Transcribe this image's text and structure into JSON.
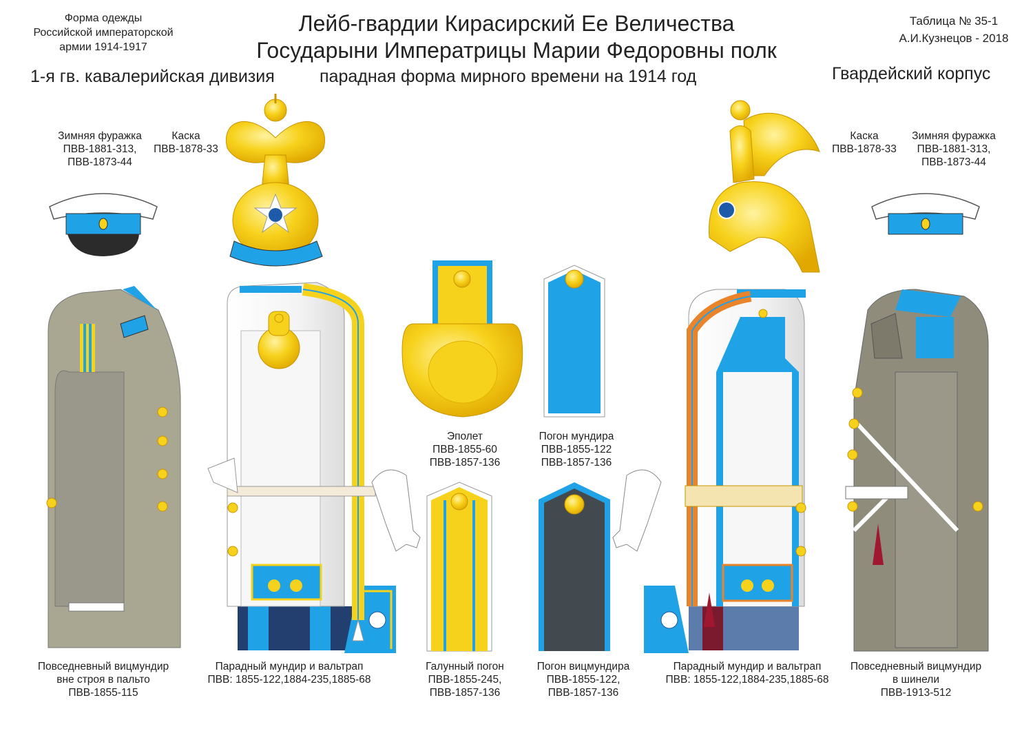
{
  "header": {
    "left": [
      "Форма одежды",
      "Российской императорской",
      "армии  1914-1917"
    ],
    "title_line1": "Лейб-гвардии Кирасирский Ее Величества",
    "title_line2": "Государыни Императрицы Марии Федоровны полк",
    "right": [
      "Таблица № 35-1",
      "А.И.Кузнецов - 2018"
    ],
    "division": "1-я гв. кавалерийская дивизия",
    "dress": "парадная форма мирного времени на 1914 год",
    "corps": "Гвардейский корпус"
  },
  "labels": {
    "cap_left": [
      "Зимняя фуражка",
      "ПВВ-1881-313,",
      "ПВВ-1873-44"
    ],
    "helmet_left": [
      "Каска",
      "ПВВ-1878-33"
    ],
    "helmet_right": [
      "Каска",
      "ПВВ-1878-33"
    ],
    "cap_right": [
      "Зимняя фуражка",
      "ПВВ-1881-313,",
      "ПВВ-1873-44"
    ],
    "epaulette": [
      "Эполет",
      "ПВВ-1855-60",
      "ПВВ-1857-136"
    ],
    "pogon_tunic": [
      "Погон мундира",
      "ПВВ-1855-122",
      "ПВВ-1857-136"
    ]
  },
  "captions": {
    "c1": [
      "Повседневный вицмундир",
      "вне строя в пальто",
      "ПВВ-1855-115"
    ],
    "c2": [
      "Парадный мундир и вальтрап",
      "ПВВ: 1855-122,1884-235,1885-68"
    ],
    "c3": [
      "Галунный погон",
      "ПВВ-1855-245,",
      "ПВВ-1857-136"
    ],
    "c4": [
      "Погон вицмундира",
      "ПВВ-1855-122,",
      "ПВВ-1857-136"
    ],
    "c5": [
      "Парадный мундир и вальтрап",
      "ПВВ: 1855-122,1884-235,1885-68"
    ],
    "c6": [
      "Повседневный вицмундир",
      "в шинели",
      "ПВВ-1913-512"
    ]
  },
  "colors": {
    "blue": "#1fa2e6",
    "gold": "#f7d21c",
    "gold_dark": "#d9a400",
    "khaki": "#a9a792",
    "gray_coat": "#8f8c7c",
    "navy": "#233f70",
    "dark_gray": "#434a4f",
    "orange": "#e9842b"
  }
}
